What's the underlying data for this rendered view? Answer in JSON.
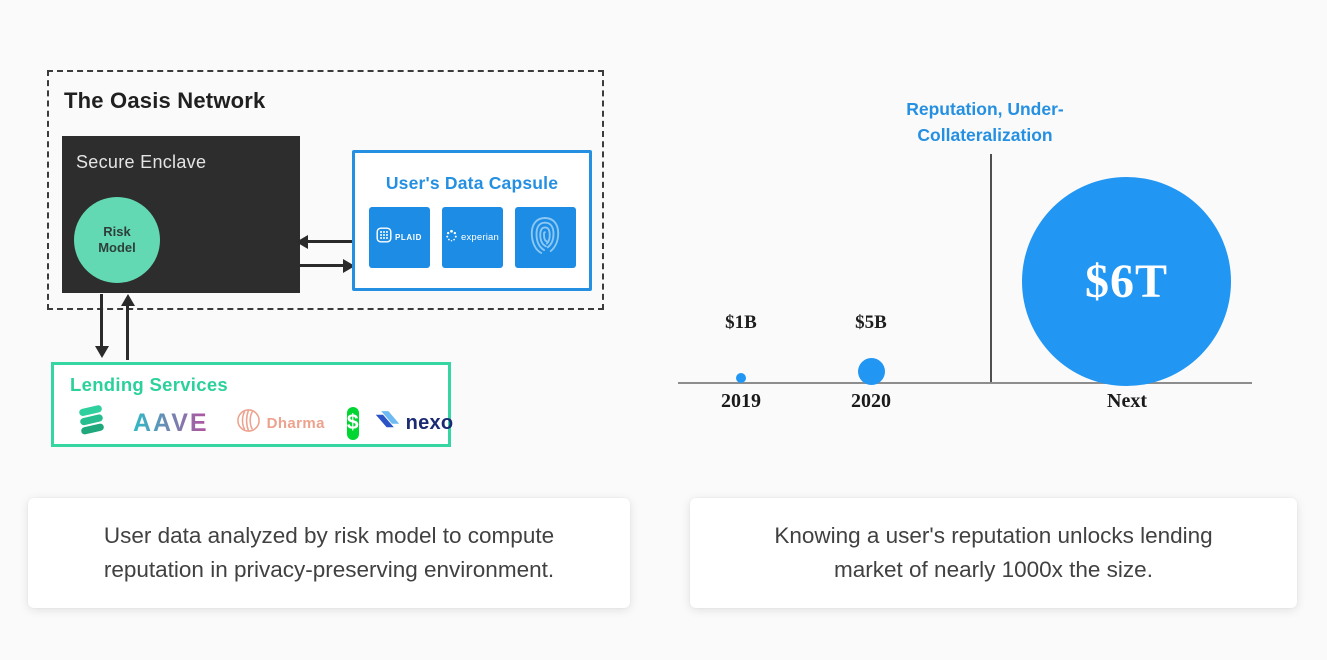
{
  "colors": {
    "accent_blue": "#2590e2",
    "tile_blue": "#1d8ce4",
    "bubble_blue": "#2196f3",
    "mint_fill": "#62d9b2",
    "mint_border": "#35d6a2",
    "enclave_dark": "#2d2d2d",
    "cashapp_green": "#00d632",
    "dharma_peach": "#eda28e",
    "nexo_navy": "#1b2a73",
    "aave_gradient": [
      "#2ebac6",
      "#b6509e"
    ]
  },
  "diagram": {
    "title": "The Oasis Network",
    "enclave": {
      "title": "Secure Enclave",
      "risk_model": "Risk Model"
    },
    "capsule": {
      "title": "User's Data Capsule",
      "tiles": [
        {
          "name": "plaid",
          "label": "PLAID"
        },
        {
          "name": "experian",
          "label": "experian"
        },
        {
          "name": "fingerprint",
          "label": ""
        }
      ]
    },
    "lending": {
      "title": "Lending Services",
      "partners": [
        {
          "name": "compound",
          "label": ""
        },
        {
          "name": "aave",
          "label": "AAVE"
        },
        {
          "name": "dharma",
          "label": "Dharma"
        },
        {
          "name": "cashapp",
          "label": "$"
        },
        {
          "name": "nexo",
          "label": "nexo"
        }
      ]
    }
  },
  "chart_data": {
    "type": "bubble",
    "title": "Reputation, Under-Collateralization",
    "title_lines": [
      "Reputation, Under-",
      "Collateralization"
    ],
    "categories": [
      "2019",
      "2020",
      "Next"
    ],
    "value_labels": [
      "$1B",
      "$5B",
      "$6T"
    ],
    "values_usd": [
      1000000000,
      5000000000,
      6000000000000
    ],
    "xlabel": "",
    "ylabel": "",
    "grid": false,
    "legend": false,
    "axis": {
      "baseline": true,
      "divider_between": [
        "2020",
        "Next"
      ]
    },
    "bubble_color": "#2196f3",
    "title_color": "#2590e2"
  },
  "captions": {
    "left_lines": [
      "User data analyzed by risk model to compute",
      "reputation in privacy-preserving environment."
    ],
    "right_lines": [
      "Knowing a user's reputation unlocks lending",
      "market of nearly 1000x the size."
    ]
  }
}
